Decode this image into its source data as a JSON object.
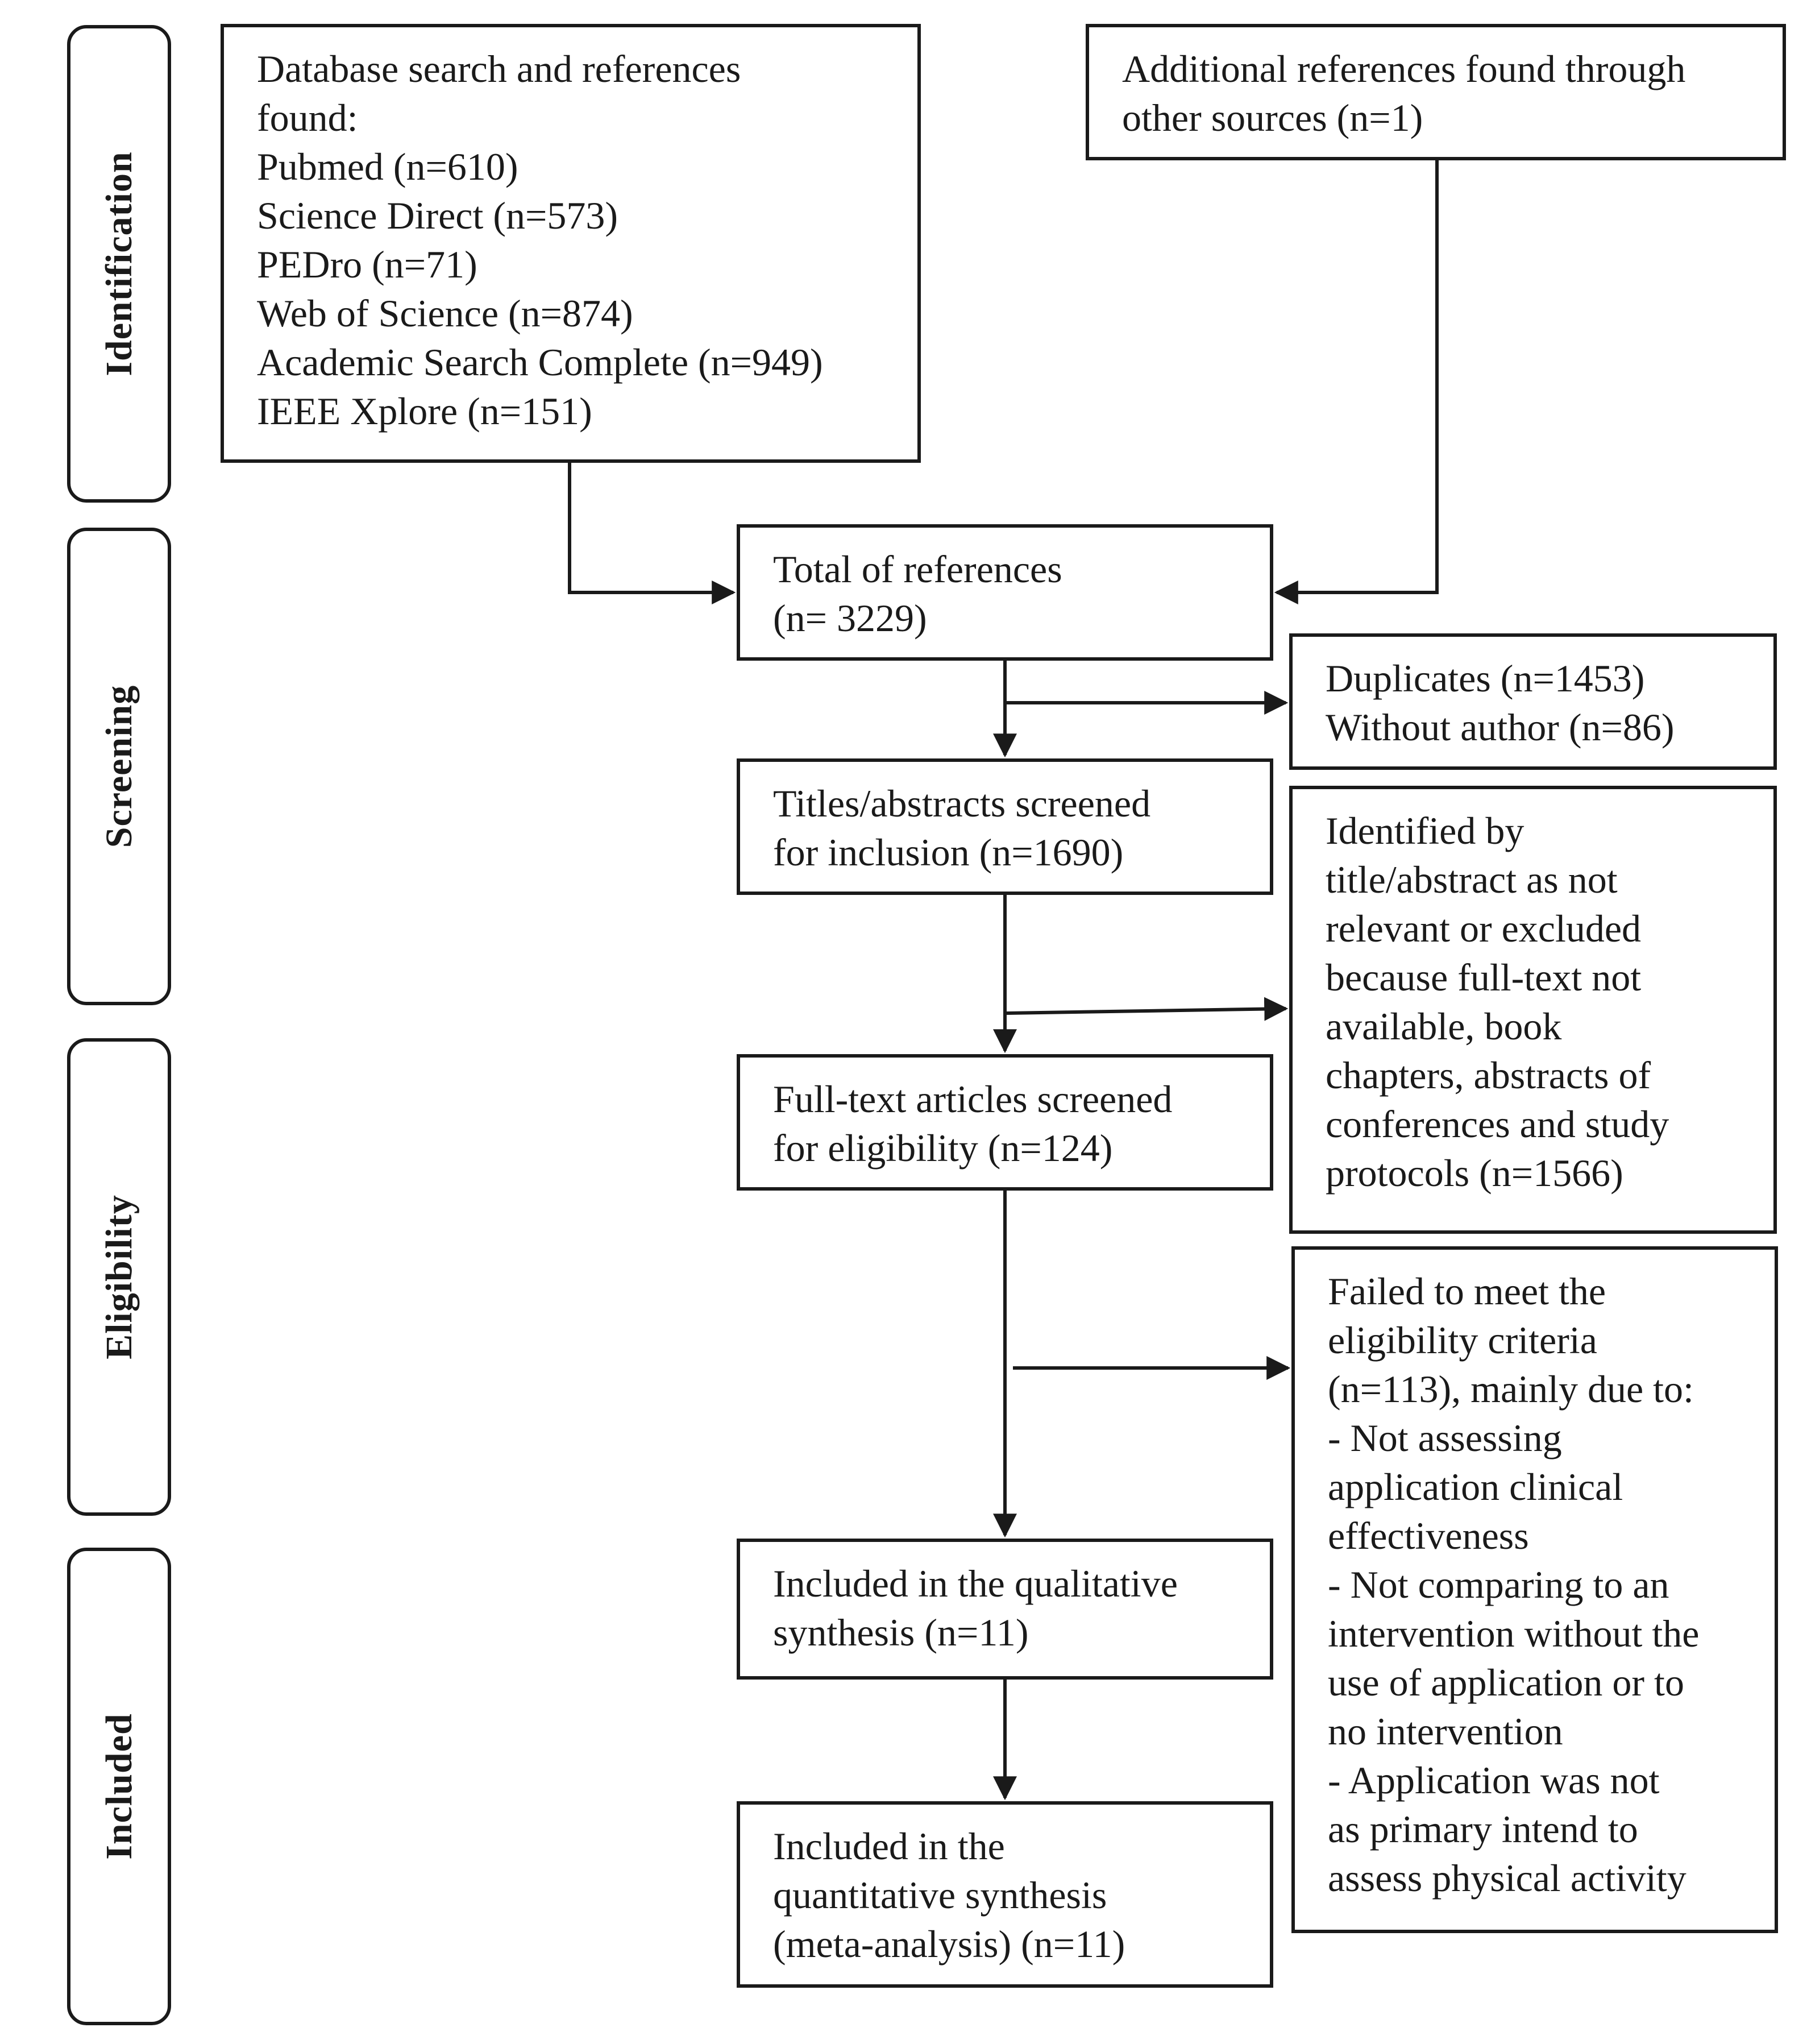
{
  "stages": [
    {
      "id": "identification",
      "label": "Identification"
    },
    {
      "id": "screening",
      "label": "Screening"
    },
    {
      "id": "eligibility",
      "label": "Eligibility"
    },
    {
      "id": "included",
      "label": "Included"
    }
  ],
  "boxes": {
    "database_search": {
      "lines": [
        "Database search and references",
        "found:",
        "Pubmed (n=610)",
        "Science Direct (n=573)",
        "PEDro (n=71)",
        "Web of Science (n=874)",
        "Academic Search Complete (n=949)",
        "IEEE Xplore (n=151)"
      ]
    },
    "additional_references": {
      "lines": [
        "Additional references found through",
        "other sources (n=1)"
      ]
    },
    "total_references": {
      "lines": [
        "Total of references",
        "(n= 3229)"
      ]
    },
    "duplicates": {
      "lines": [
        "Duplicates (n=1453)",
        "Without author (n=86)"
      ]
    },
    "titles_screened": {
      "lines": [
        "Titles/abstracts screened",
        "for inclusion (n=1690)"
      ]
    },
    "excluded_title_abstract": {
      "lines": [
        "Identified by",
        "title/abstract as not",
        "relevant or excluded",
        "because full-text not",
        "available, book",
        "chapters, abstracts of",
        "conferences and study",
        "protocols (n=1566)"
      ]
    },
    "fulltext_screened": {
      "lines": [
        "Full-text articles screened",
        "for eligibility (n=124)"
      ]
    },
    "failed_eligibility": {
      "lines": [
        "Failed to meet the",
        "eligibility criteria",
        "(n=113), mainly due to:",
        "- Not assessing",
        "application clinical",
        "effectiveness",
        "- Not comparing to an",
        "intervention without the",
        "use of application or to",
        "no intervention",
        "- Application was not",
        "as primary intend to",
        "assess physical activity"
      ]
    },
    "qualitative_synthesis": {
      "lines": [
        "Included in the qualitative",
        "synthesis (n=11)"
      ]
    },
    "quantitative_synthesis": {
      "lines": [
        "Included in the",
        "quantitative synthesis",
        "(meta-analysis) (n=11)"
      ]
    }
  }
}
